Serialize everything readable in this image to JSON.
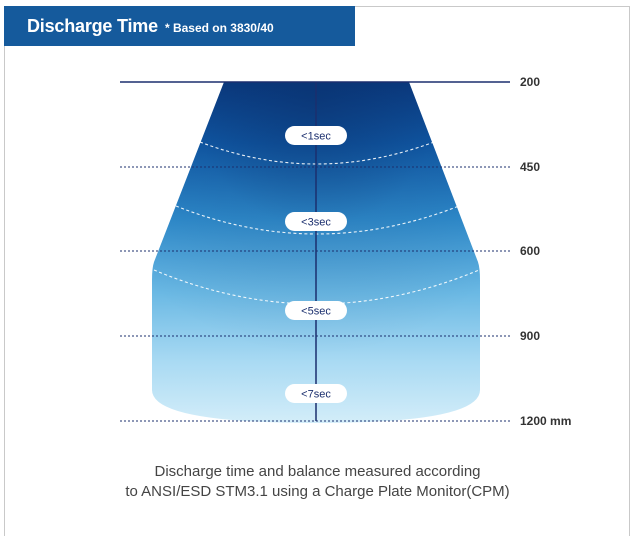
{
  "header": {
    "title": "Discharge Time",
    "subtitle": "* Based on 3830/40"
  },
  "distances": [
    {
      "label": "200"
    },
    {
      "label": "450"
    },
    {
      "label": "600"
    },
    {
      "label": "900"
    },
    {
      "label": "1200 mm"
    }
  ],
  "zones": [
    {
      "label": "<1sec"
    },
    {
      "label": "<3sec"
    },
    {
      "label": "<5sec"
    },
    {
      "label": "<7sec"
    }
  ],
  "caption": {
    "line1": "Discharge time and balance measured according",
    "line2": "to ANSI/ESD STM3.1 using a Charge Plate Monitor(CPM)"
  },
  "colors": {
    "header": "#155a9c",
    "cone_top": "#0b3f86",
    "cone_bottom": "#cfeaf8",
    "line": "#1b2f6e"
  }
}
